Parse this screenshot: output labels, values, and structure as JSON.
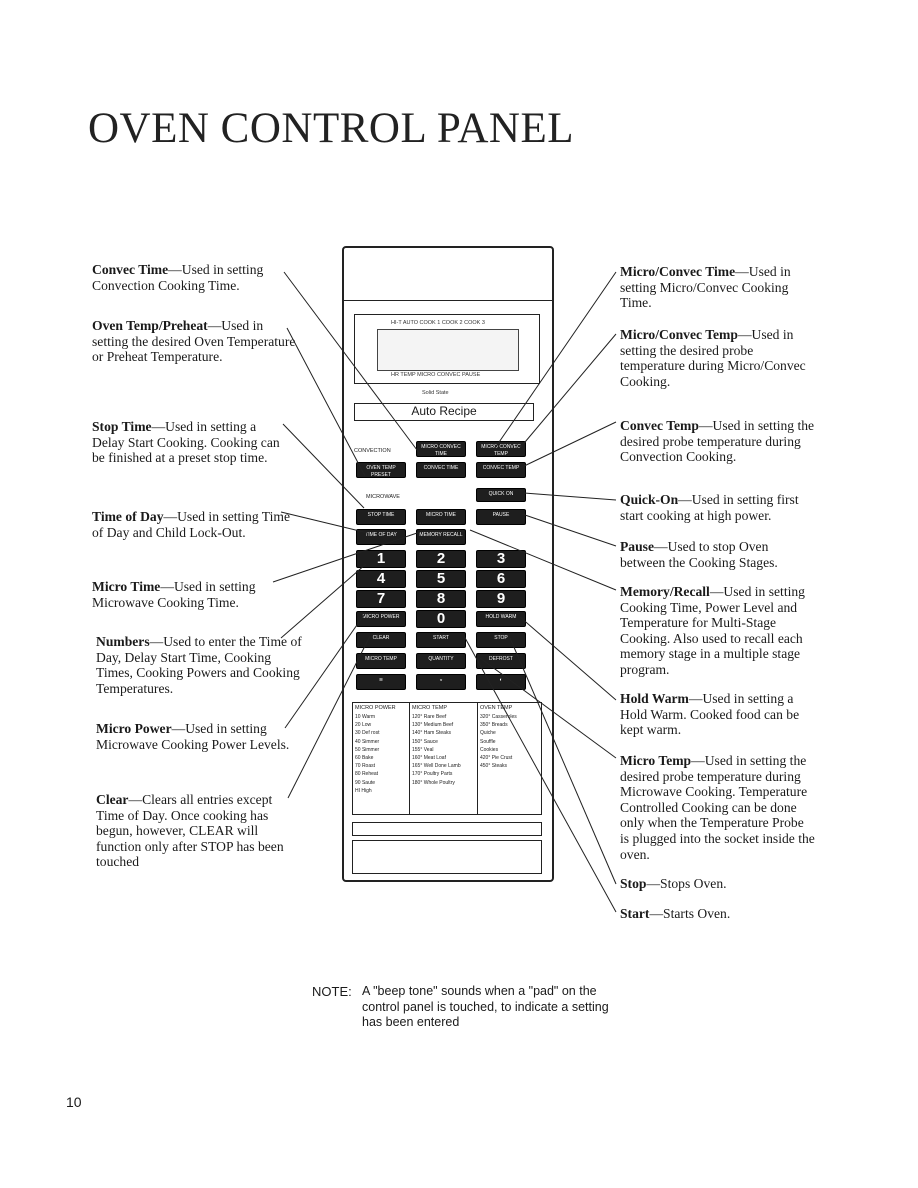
{
  "title": "OVEN CONTROL PANEL",
  "left_callouts": [
    {
      "term": "Convec Time",
      "desc": "—Used in setting Convection Cooking Time."
    },
    {
      "term": "Oven Temp/Preheat",
      "desc": "—Used in setting the desired Oven Temperature or Preheat Temperature."
    },
    {
      "term": "Stop Time",
      "desc": "—Used in setting a Delay Start Cooking. Cooking can be finished at a preset stop time."
    },
    {
      "term": "Time of Day",
      "desc": "—Used in setting Time of Day and Child Lock-Out."
    },
    {
      "term": "Micro Time",
      "desc": "—Used in setting Microwave Cooking Time."
    },
    {
      "term": "Numbers",
      "desc": "—Used to enter the Time of Day, Delay Start Time, Cooking Times, Cooking Powers and Cooking Temperatures."
    },
    {
      "term": "Micro Power",
      "desc": "—Used in setting Microwave Cooking Power Levels."
    },
    {
      "term": "Clear",
      "desc": "—Clears all entries except Time of Day. Once cooking has begun, however, CLEAR will function only after STOP has been touched"
    }
  ],
  "right_callouts": [
    {
      "term": "Micro/Convec Time",
      "desc": "—Used in setting Micro/Convec Cooking Time."
    },
    {
      "term": "Micro/Convec Temp",
      "desc": "—Used in setting the desired probe temperature during Micro/Convec Cooking."
    },
    {
      "term": "Convec Temp",
      "desc": "—Used in setting the desired probe temperature during Convection Cooking."
    },
    {
      "term": "Quick-On",
      "desc": "—Used in setting first start cooking at high power."
    },
    {
      "term": "Pause",
      "desc": "—Used to stop Oven between the Cooking Stages."
    },
    {
      "term": "Memory/Recall",
      "desc": "—Used in setting Cooking Time, Power Level and Temperature for Multi-Stage Cooking. Also used to recall each memory stage in a multiple stage program."
    },
    {
      "term": "Hold Warm",
      "desc": "—Used in setting a Hold Warm. Cooked food can be kept warm."
    },
    {
      "term": "Micro Temp",
      "desc": "—Used in setting the desired probe temperature during Microwave Cooking. Temperature Controlled Cooking can be done only when the Temperature Probe is plugged into the socket inside the oven."
    },
    {
      "term": "Stop",
      "desc": "—Stops Oven."
    },
    {
      "term": "Start",
      "desc": "—Starts Oven."
    }
  ],
  "panel": {
    "display_top": "HI-T  AUTO  COOK 1  COOK 2  COOK 3",
    "display_bottom": "HR   TEMP   MICRO   CONVEC   PAUSE",
    "solid_state": "Solid State",
    "auto_recipe": "Auto Recipe",
    "convection_label": "CONVECTION",
    "microwave_label": "MICROWAVE",
    "keys": {
      "micro_convec_time": "MICRO CONVEC TIME",
      "micro_convec_temp": "MICRO CONVEC TEMP",
      "oven_temp": "OVEN TEMP PRESET",
      "convec_time": "CONVEC TIME",
      "convec_temp": "CONVEC TEMP",
      "quick_on": "QUICK ON",
      "stop_time": "STOP TIME",
      "micro_time": "MICRO TIME",
      "pause": "PAUSE",
      "time_of_day": "TIME OF DAY",
      "memory_recall": "MEMORY RECALL",
      "n1": "1",
      "n2": "2",
      "n3": "3",
      "n4": "4",
      "n5": "5",
      "n6": "6",
      "n7": "7",
      "n8": "8",
      "n9": "9",
      "micro_power": "MICRO POWER",
      "n0": "0",
      "hold_warm": "HOLD WARM",
      "clear": "CLEAR",
      "start": "START",
      "stop": "STOP",
      "micro_temp": "MICRO TEMP",
      "quantity": "QUANTITY",
      "defrost": "DEFROST"
    },
    "chart": {
      "power_header": "MICRO POWER",
      "power_rows": [
        "10 Warm",
        "20 Low",
        "30 Def rost",
        "40 Simmer",
        "50 Simmer",
        "60 Bake",
        "70 Roast",
        "80 Reheat",
        "90 Saute",
        "HI High"
      ],
      "temp_header": "MICRO TEMP",
      "temp_rows": [
        "120° Rare Beef",
        "130° Medium Beef",
        "140° Ham Steaks",
        "150° Sauce",
        "155° Veal",
        "160° Meat Loaf",
        "165° Well Done Lamb",
        "170° Poultry Parts",
        "180° Whole Poultry"
      ],
      "oven_header": "OVEN TEMP",
      "oven_rows": [
        "320° Casseroles",
        "350° Breads",
        "Quiche",
        "Souffle",
        "Cookies",
        "420° Pie Crust",
        "450° Steaks"
      ]
    }
  },
  "note": {
    "label": "NOTE:",
    "text": "A \"beep tone\" sounds when a \"pad\" on the control panel is touched, to indicate a setting has been entered"
  },
  "page_number": "10"
}
